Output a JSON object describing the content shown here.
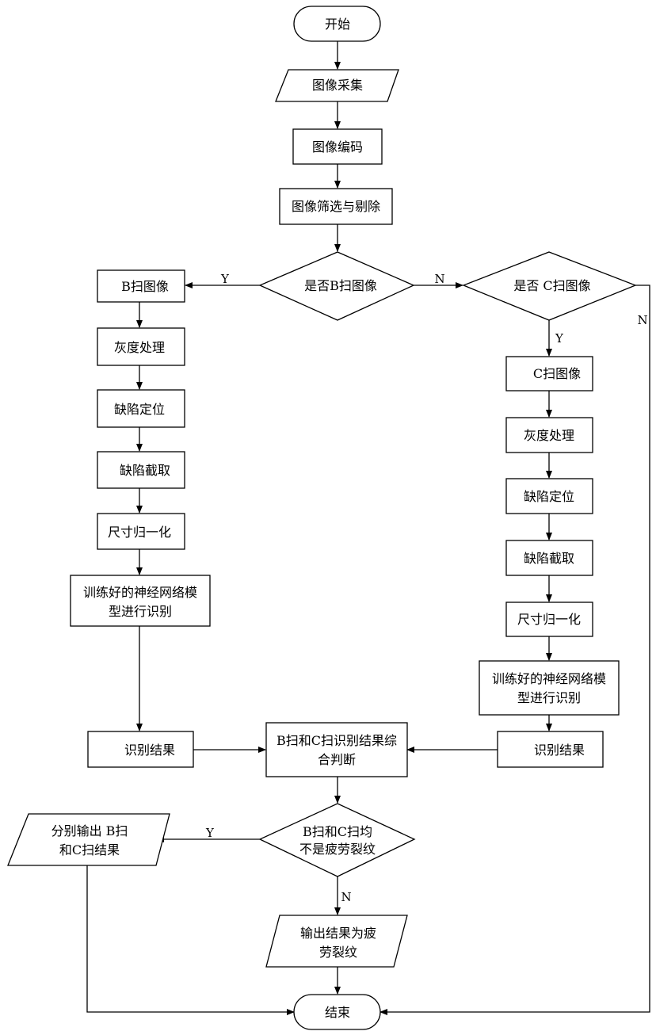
{
  "nodes": {
    "start": "开始",
    "acquire": "图像采集",
    "encode": "图像编码",
    "filter": "图像筛选与剔除",
    "is_b": "是否B扫图像",
    "is_c": "是否 C扫图像",
    "b_image": "B扫图像",
    "b_gray": "灰度处理",
    "b_locate": "缺陷定位",
    "b_crop": "缺陷截取",
    "b_norm": "尺寸归一化",
    "b_nn_1": "训练好的神经网络模",
    "b_nn_2": "型进行识别",
    "b_result": "识别结果",
    "c_image": "C扫图像",
    "c_gray": "灰度处理",
    "c_locate": "缺陷定位",
    "c_crop": "缺陷截取",
    "c_norm": "尺寸归一化",
    "c_nn_1": "训练好的神经网络模",
    "c_nn_2": "型进行识别",
    "c_result": "识别结果",
    "combine_1": "B扫和C扫识别结果综",
    "combine_2": "合判断",
    "both_not_1": "B扫和C扫均",
    "both_not_2": "不是疲劳裂纹",
    "out_each_1": "分别输出 B扫",
    "out_each_2": "和C扫结果",
    "out_fatigue_1": "输出结果为疲",
    "out_fatigue_2": "劳裂纹",
    "end": "结束"
  },
  "edge_labels": {
    "b_yes": "Y",
    "b_no": "N",
    "c_yes": "Y",
    "c_no": "N",
    "both_yes": "Y",
    "both_no": "N"
  }
}
